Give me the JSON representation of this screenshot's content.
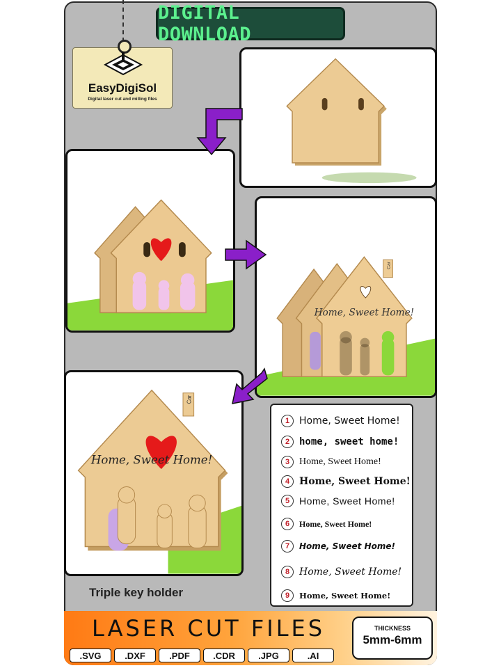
{
  "header": {
    "badge": "DIGITAL DOWNLOAD"
  },
  "logo": {
    "name": "EasyDigiSol",
    "tagline": "Digital laser cut and milling files",
    "icon": "stacked-layers-icon"
  },
  "panels": {
    "step2_text": "Home, Sweet Home!",
    "step3_text": "Home, Sweet Home!",
    "step3_tag": "Car",
    "step2_tag": "Car"
  },
  "caption": "Triple key holder",
  "font_styles": [
    {
      "n": "1",
      "text": "Home, Sweet Home!"
    },
    {
      "n": "2",
      "text": "home, sweet home!"
    },
    {
      "n": "3",
      "text": "Home, Sweet Home!"
    },
    {
      "n": "4",
      "text": "Home, Sweet Home!"
    },
    {
      "n": "5",
      "text": "Home, Sweet Home!"
    },
    {
      "n": "6",
      "text": "Home, Sweet Home!"
    },
    {
      "n": "7",
      "text": "Home, Sweet Home!"
    },
    {
      "n": "8",
      "text": "Home, Sweet Home!"
    },
    {
      "n": "9",
      "text": "Home, Sweet Home!"
    }
  ],
  "banner": {
    "title": "LASER CUT FILES",
    "thickness_label": "THICKNESS",
    "thickness_value": "5mm-6mm",
    "formats": [
      ".SVG",
      ".DXF",
      ".PDF",
      ".CDR",
      ".JPG",
      ".AI"
    ]
  },
  "colors": {
    "wood": "#e8c78e",
    "heart": "#e51a1a",
    "grass": "#8bd83a",
    "arrow": "#8a1fc9",
    "badge_text": "#5cf08e"
  }
}
